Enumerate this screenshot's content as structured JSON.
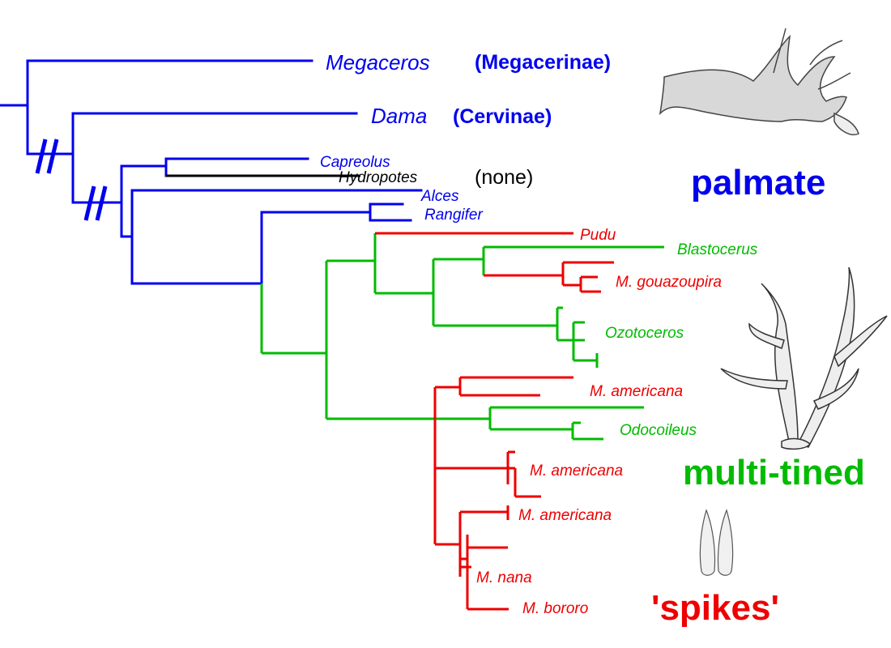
{
  "colors": {
    "palmate": "#0000ee",
    "multi_tined": "#00bb00",
    "spikes": "#ee0000",
    "none": "#000000"
  },
  "taxa": {
    "megaceros": "Megaceros",
    "dama": "Dama",
    "capreolus": "Capreolus",
    "hydropotes": "Hydropotes",
    "alces": "Alces",
    "rangifer": "Rangifer",
    "pudu": "Pudu",
    "blastocerus": "Blastocerus",
    "m_gouazoupira": "M. gouazoupira",
    "ozotoceros": "Ozotoceros",
    "m_americana_1": "M. americana",
    "odocoileus": "Odocoileus",
    "m_americana_2": "M. americana",
    "m_americana_3": "M. americana",
    "m_nana": "M. nana",
    "m_bororo": "M. bororo"
  },
  "clades": {
    "megacerinae": "(Megacerinae)",
    "cervinae": "(Cervinae)",
    "none": "(none)"
  },
  "categories": {
    "palmate": "palmate",
    "multi_tined": "multi-tined",
    "spikes": "'spikes'"
  },
  "icons": {
    "palmate_antler": "palmate-antler-icon",
    "multi_tined_antler": "multi-tined-antler-icon",
    "spike_antlers": "spike-antlers-icon"
  }
}
